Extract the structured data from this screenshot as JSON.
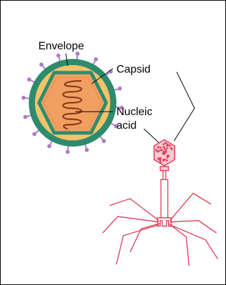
{
  "labels": {
    "envelope": "Envelope",
    "capsid": "Capsid",
    "nucleic_line1": "Nucleic",
    "nucleic_line2": "acid"
  },
  "colors": {
    "envelope_ring": "#2e8b6e",
    "envelope_inner": "#f3c36b",
    "spike": "#b07cc6",
    "capsid_fill": "#f0a060",
    "capsid_edge": "#2e8b6e",
    "nucleic_acid": "#8a3a1a",
    "phage": "#e0405a",
    "phage_head_fill": "#f8c8d0"
  }
}
